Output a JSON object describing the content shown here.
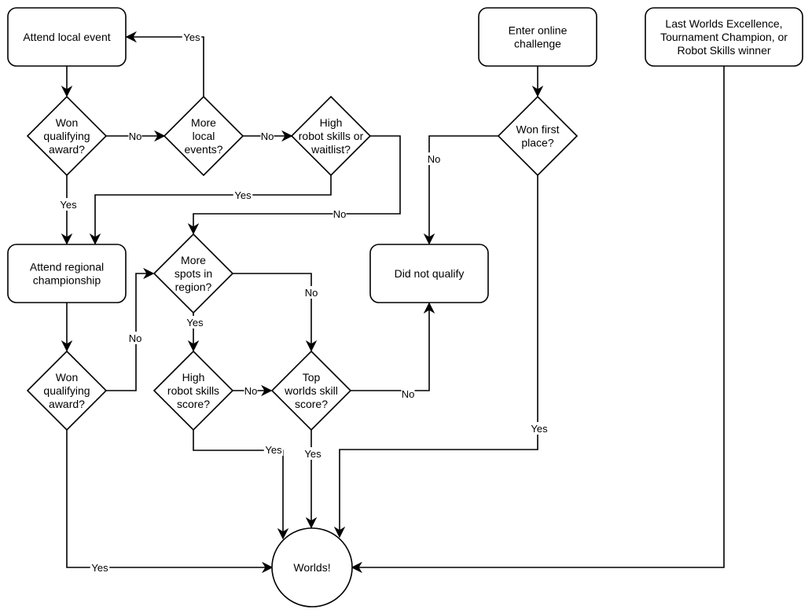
{
  "diagram": {
    "type": "flowchart",
    "nodes": [
      {
        "id": "local_event",
        "kind": "process",
        "lines": [
          "Attend local event"
        ]
      },
      {
        "id": "won_award_1",
        "kind": "decision",
        "lines": [
          "Won",
          "qualifying",
          "award?"
        ]
      },
      {
        "id": "more_local",
        "kind": "decision",
        "lines": [
          "More",
          "local",
          "events?"
        ]
      },
      {
        "id": "high_skills_waitlist",
        "kind": "decision",
        "lines": [
          "High",
          "robot skills or",
          "waitlist?"
        ]
      },
      {
        "id": "online_challenge",
        "kind": "process",
        "lines": [
          "Enter online",
          "challenge"
        ]
      },
      {
        "id": "won_first",
        "kind": "decision",
        "lines": [
          "Won first",
          "place?"
        ]
      },
      {
        "id": "last_worlds",
        "kind": "process",
        "lines": [
          "Last Worlds Excellence,",
          "Tournament Champion, or",
          "Robot Skills winner"
        ]
      },
      {
        "id": "regional",
        "kind": "process",
        "lines": [
          "Attend regional",
          "championship"
        ]
      },
      {
        "id": "more_spots",
        "kind": "decision",
        "lines": [
          "More",
          "spots in",
          "region?"
        ]
      },
      {
        "id": "did_not_qualify",
        "kind": "process",
        "lines": [
          "Did not qualify"
        ]
      },
      {
        "id": "won_award_2",
        "kind": "decision",
        "lines": [
          "Won",
          "qualifying",
          "award?"
        ]
      },
      {
        "id": "high_skills_score",
        "kind": "decision",
        "lines": [
          "High",
          "robot skills",
          "score?"
        ]
      },
      {
        "id": "top_worlds_skill",
        "kind": "decision",
        "lines": [
          "Top",
          "worlds skill",
          "score?"
        ]
      },
      {
        "id": "worlds",
        "kind": "terminal",
        "lines": [
          "Worlds!"
        ]
      }
    ],
    "edges": [
      {
        "id": "e1",
        "from": "local_event",
        "to": "won_award_1",
        "label": ""
      },
      {
        "id": "e2",
        "from": "won_award_1",
        "to": "more_local",
        "label": "No"
      },
      {
        "id": "e3",
        "from": "more_local",
        "to": "local_event",
        "label": "Yes"
      },
      {
        "id": "e4",
        "from": "more_local",
        "to": "high_skills_waitlist",
        "label": "No"
      },
      {
        "id": "e5",
        "from": "won_award_1",
        "to": "regional",
        "label": "Yes"
      },
      {
        "id": "e6",
        "from": "high_skills_waitlist",
        "to": "regional",
        "label": "Yes"
      },
      {
        "id": "e7",
        "from": "high_skills_waitlist",
        "to": "more_spots",
        "label": "No"
      },
      {
        "id": "e8",
        "from": "online_challenge",
        "to": "won_first",
        "label": ""
      },
      {
        "id": "e9",
        "from": "won_first",
        "to": "did_not_qualify",
        "label": "No"
      },
      {
        "id": "e10",
        "from": "won_first",
        "to": "worlds",
        "label": "Yes"
      },
      {
        "id": "e11",
        "from": "regional",
        "to": "won_award_2",
        "label": ""
      },
      {
        "id": "e12",
        "from": "won_award_2",
        "to": "more_spots",
        "label": "No"
      },
      {
        "id": "e13",
        "from": "won_award_2",
        "to": "worlds",
        "label": "Yes"
      },
      {
        "id": "e14",
        "from": "more_spots",
        "to": "high_skills_score",
        "label": "Yes"
      },
      {
        "id": "e15",
        "from": "more_spots",
        "to": "top_worlds_skill",
        "label": "No"
      },
      {
        "id": "e16",
        "from": "high_skills_score",
        "to": "top_worlds_skill",
        "label": "No"
      },
      {
        "id": "e17",
        "from": "high_skills_score",
        "to": "worlds",
        "label": "Yes"
      },
      {
        "id": "e18",
        "from": "top_worlds_skill",
        "to": "worlds",
        "label": "Yes"
      },
      {
        "id": "e19",
        "from": "top_worlds_skill",
        "to": "did_not_qualify",
        "label": "No"
      },
      {
        "id": "e20",
        "from": "last_worlds",
        "to": "worlds",
        "label": ""
      }
    ]
  }
}
